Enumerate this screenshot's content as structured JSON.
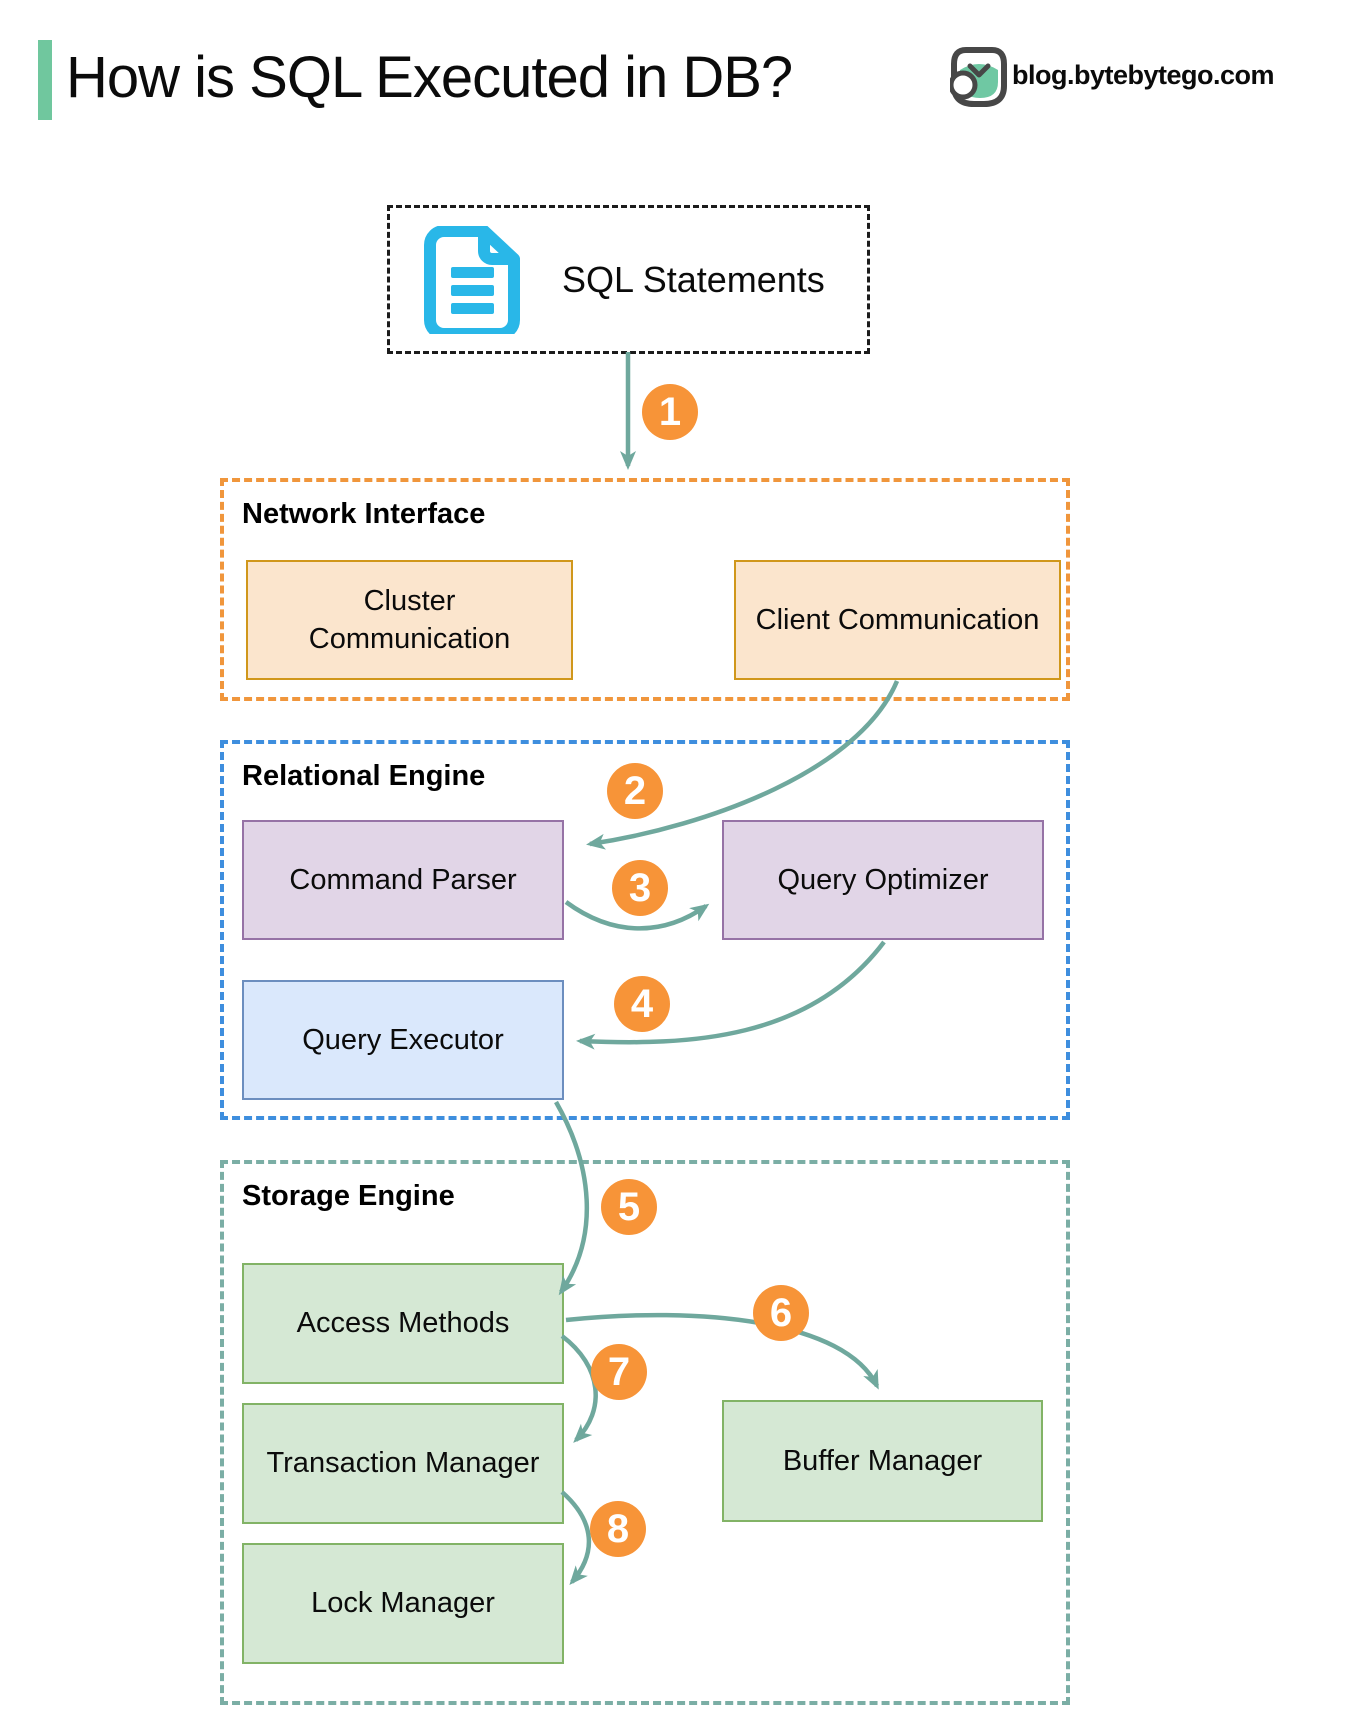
{
  "header": {
    "title": "How is SQL Executed in DB?",
    "brand": "blog.bytebytego.com",
    "accent_color": "#70C79E"
  },
  "source_box": {
    "label": "SQL Statements",
    "icon": "document-icon",
    "icon_color": "#29B7E8"
  },
  "sections": {
    "network": {
      "title": "Network Interface",
      "border_color": "#F0963C",
      "box_fill": "#FBE5CD",
      "box_border": "#D0971B",
      "cluster": "Cluster Communication",
      "client": "Client Communication"
    },
    "relational": {
      "title": "Relational Engine",
      "border_color": "#3E8EDE",
      "purple_fill": "#E1D5E7",
      "purple_border": "#9673A6",
      "blue_fill": "#DAE8FC",
      "blue_border": "#6C8EBF",
      "parser": "Command Parser",
      "optimizer": "Query Optimizer",
      "executor": "Query Executor"
    },
    "storage": {
      "title": "Storage Engine",
      "border_color": "#7BAEA5",
      "box_fill": "#D5E8D4",
      "box_border": "#82B366",
      "access": "Access Methods",
      "transaction": "Transaction Manager",
      "lock": "Lock Manager",
      "buffer": "Buffer Manager"
    }
  },
  "flow": [
    {
      "step": "1",
      "from": "SQL Statements",
      "to": "Network Interface"
    },
    {
      "step": "2",
      "from": "Client Communication",
      "to": "Command Parser"
    },
    {
      "step": "3",
      "from": "Command Parser",
      "to": "Query Optimizer"
    },
    {
      "step": "4",
      "from": "Query Optimizer",
      "to": "Query Executor"
    },
    {
      "step": "5",
      "from": "Query Executor",
      "to": "Access Methods"
    },
    {
      "step": "6",
      "from": "Access Methods",
      "to": "Buffer Manager"
    },
    {
      "step": "7",
      "from": "Access Methods",
      "to": "Transaction Manager"
    },
    {
      "step": "8",
      "from": "Transaction Manager",
      "to": "Lock Manager"
    }
  ],
  "style": {
    "arrow_color": "#6FA89D",
    "badge_color": "#F79438",
    "badge_text_color": "#FFFFFF"
  }
}
